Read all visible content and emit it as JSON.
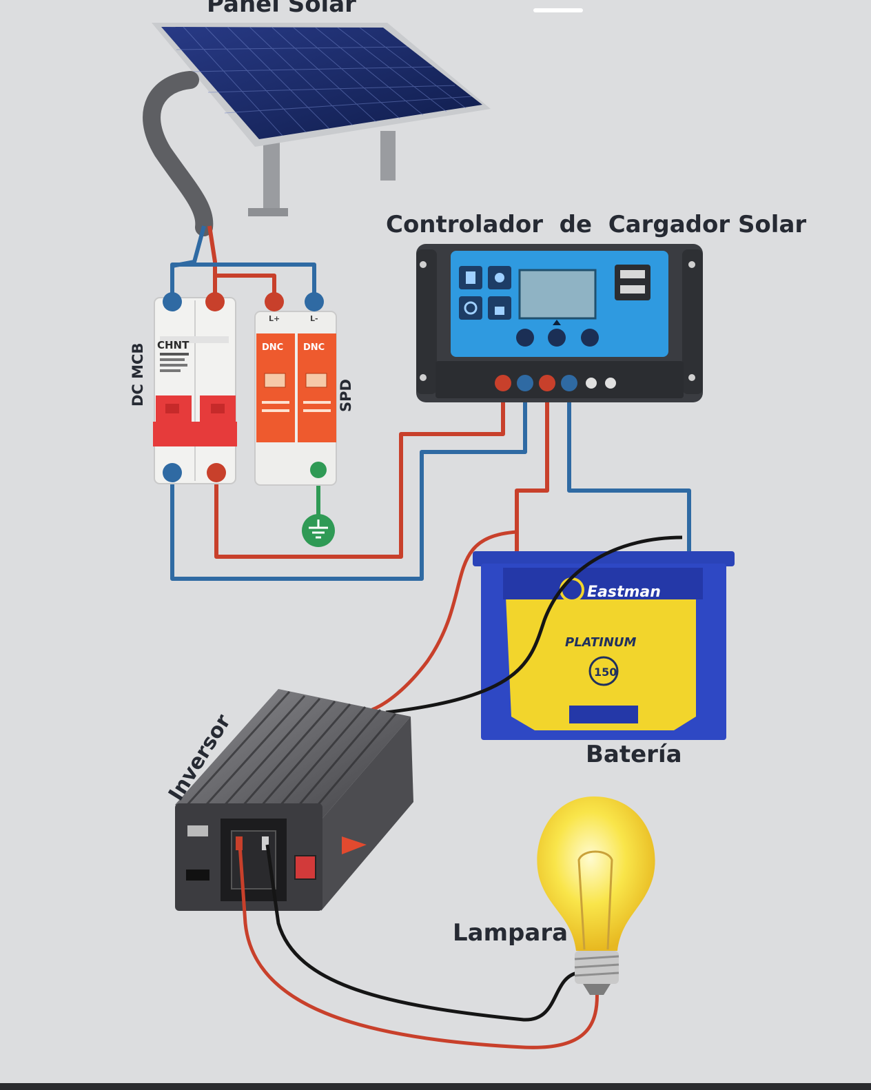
{
  "labels": {
    "panel": "Panel Solar",
    "controller": "Controlador  de  Cargador Solar",
    "mcb": "DC MCB",
    "spd": "SPD",
    "battery": "Batería",
    "inverter": "Inversor",
    "lamp": "Lampara"
  },
  "device_text": {
    "mcb_brand": "CHNT",
    "spd_brand": "DNC",
    "spd_terminal_plus": "L+",
    "spd_terminal_minus": "L-",
    "battery_brand": "Eastman",
    "battery_model": "PLATINUM",
    "battery_capacity": "150"
  },
  "colors": {
    "positive_wire": "#c8402b",
    "negative_wire": "#2f6aa3",
    "ground_wire": "#2f9a55",
    "ac_black_wire": "#151515",
    "controller_face": "#2f9ae0",
    "battery_body": "#2e48c4",
    "battery_label": "#f2d52c",
    "spd_body": "#ee5a2e",
    "mcb_handle": "#e63b3b",
    "lamp_glass": "#f7e04a"
  }
}
